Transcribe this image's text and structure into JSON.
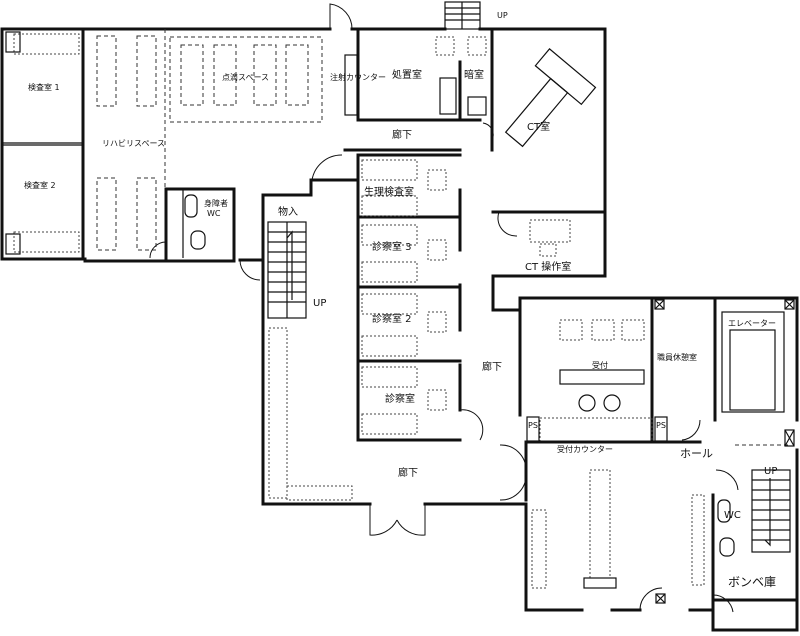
{
  "rooms": {
    "exam1": "検査室 1",
    "exam2": "検査室 2",
    "rehab": "リハビリスペース",
    "drip": "点滴スペース",
    "injection_counter": "注射カウンター",
    "treatment": "処置室",
    "darkroom": "暗室",
    "ct_room": "CT室",
    "ct_control": "CT 操作室",
    "corridor_top": "廊下",
    "physio": "生理検査室",
    "consult3": "診察室 3",
    "consult2": "診察室 2",
    "consult1": "診察室",
    "storage": "物入",
    "accessible_wc_1": "身障者",
    "accessible_wc_2": "WC",
    "corridor_mid": "廊下",
    "corridor_bottom": "廊下",
    "reception": "受付",
    "reception_counter": "受付カウンター",
    "staff_room": "職員休憩室",
    "elevator": "エレベーター",
    "hall": "ホール",
    "wc": "WC",
    "cylinder": "ボンベ庫",
    "ps1": "PS",
    "ps2": "PS"
  },
  "stairs": {
    "up_top": "UP",
    "up_left": "UP",
    "up_right": "UP"
  }
}
